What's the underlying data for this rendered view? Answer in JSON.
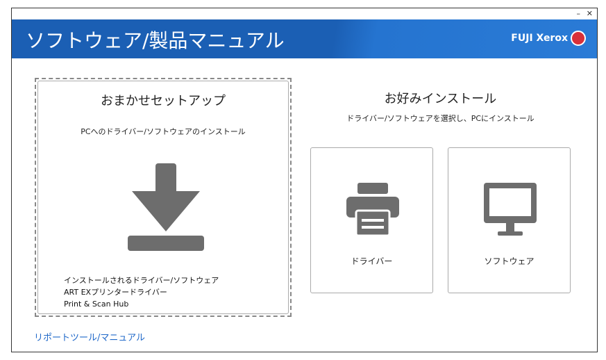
{
  "window": {
    "minimize": "–",
    "close": "✕"
  },
  "header": {
    "title": "ソフトウェア/製品マニュアル",
    "logo": "FUJI Xerox"
  },
  "auto": {
    "title": "おまかせセットアップ",
    "subtitle": "PCへのドライバー/ソフトウェアのインストール",
    "list": [
      "インストールされるドライバー/ソフトウェア",
      "ART EXプリンタードライバー",
      "Print & Scan Hub"
    ]
  },
  "custom": {
    "title": "お好みインストール",
    "subtitle": "ドライバー/ソフトウェアを選択し、PCにインストール",
    "tiles": [
      {
        "label": "ドライバー",
        "icon": "printer-icon"
      },
      {
        "label": "ソフトウェア",
        "icon": "monitor-icon"
      }
    ]
  },
  "footer": {
    "link": "リポートツール/マニュアル"
  },
  "colors": {
    "header": "#1b5fb4",
    "icon": "#6d6d6d",
    "link": "#1f68c9"
  }
}
